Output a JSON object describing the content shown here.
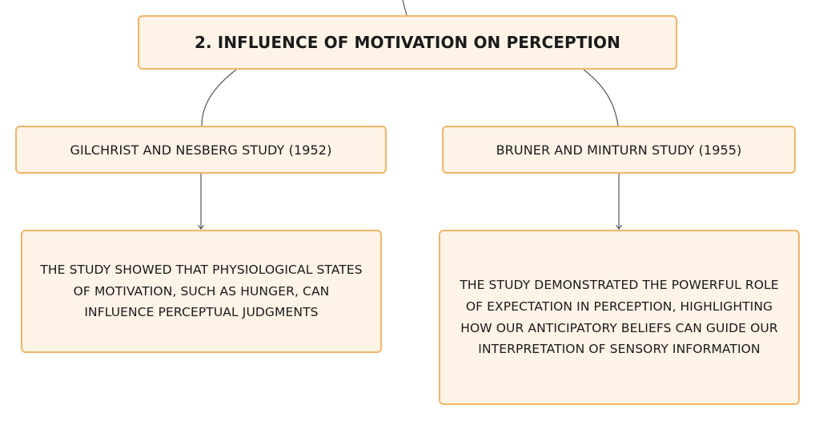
{
  "colors": {
    "node_fill": "#fdf3e7",
    "node_border": "#f2b567",
    "connector": "#555555"
  },
  "diagram": {
    "root": {
      "label": "2. INFLUENCE OF MOTIVATION ON PERCEPTION"
    },
    "branches": [
      {
        "study": "GILCHRIST AND NESBERG STUDY (1952)",
        "finding_lines": [
          "THE STUDY SHOWED THAT PHYSIOLOGICAL STATES",
          "OF MOTIVATION, SUCH AS HUNGER, CAN",
          "INFLUENCE PERCEPTUAL JUDGMENTS"
        ]
      },
      {
        "study": "BRUNER AND MINTURN STUDY (1955)",
        "finding_lines": [
          "THE STUDY DEMONSTRATED THE POWERFUL ROLE",
          "OF EXPECTATION IN PERCEPTION, HIGHLIGHTING",
          "HOW OUR ANTICIPATORY BELIEFS CAN GUIDE OUR",
          "INTERPRETATION OF SENSORY INFORMATION"
        ]
      }
    ]
  }
}
